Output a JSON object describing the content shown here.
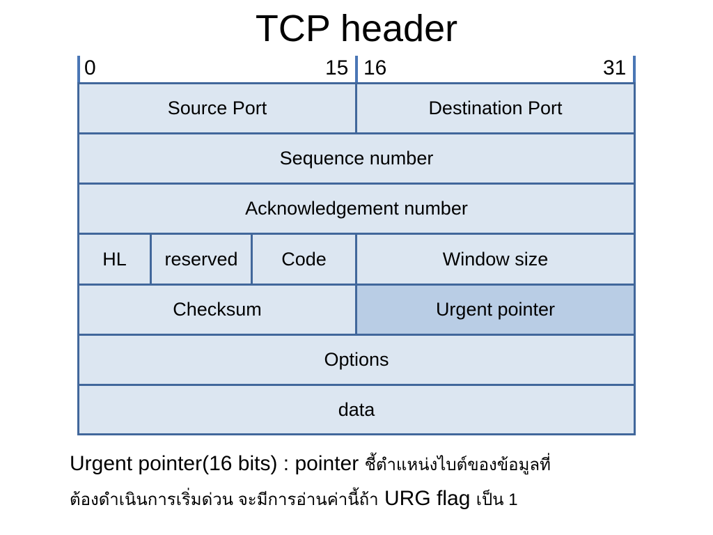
{
  "title": "TCP header",
  "bits": {
    "b0": "0",
    "b15": "15",
    "b16": "16",
    "b31": "31"
  },
  "rows": {
    "source_port": "Source Port",
    "destination_port": "Destination  Port",
    "sequence_number": "Sequence  number",
    "ack_number": "Acknowledgement   number",
    "hl": "HL",
    "reserved": "reserved",
    "code": "Code",
    "window_size": "Window  size",
    "checksum": "Checksum",
    "urgent_pointer": "Urgent  pointer",
    "options": "Options",
    "data": "data"
  },
  "caption": {
    "term": "Urgent pointer(16 bits) : pointer",
    "desc1": "ชี้ตำแหน่งไบต์ของข้อมูลที่",
    "desc2": "ต้องดำเนินการเริ่มด่วน จะมีการอ่านค่านี้ถ้า",
    "flag": "URG flag",
    "desc3": "เป็น 1"
  },
  "colors": {
    "cell_fill": "#dce6f1",
    "cell_highlight": "#b9cde5",
    "border": "#41679b"
  }
}
